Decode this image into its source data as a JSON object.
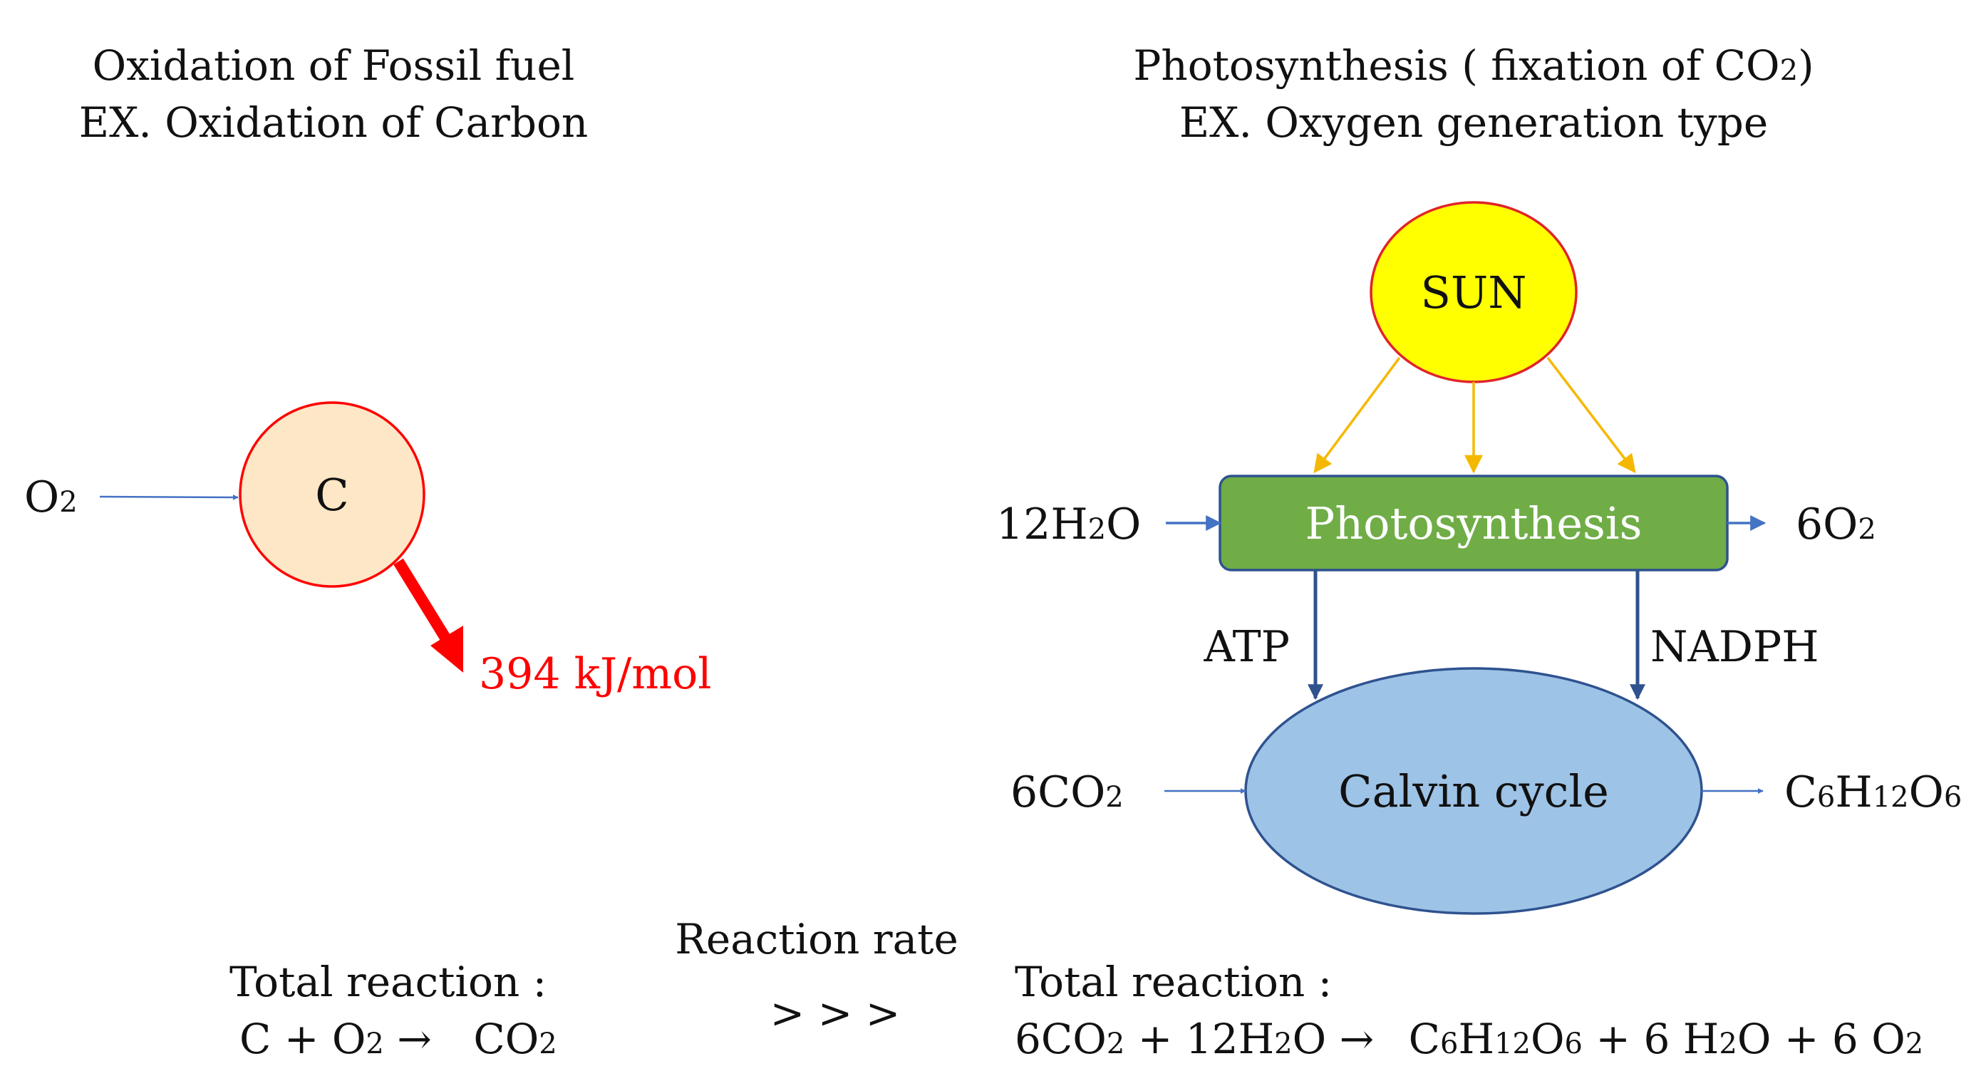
{
  "left": {
    "title_line1": "Oxidation of Fossil fuel",
    "title_line2": "EX. Oxidation of Carbon",
    "input_o2": {
      "main": "O",
      "sub": "2"
    },
    "node_c": "C",
    "energy": "394 kJ/mol",
    "total_label": "Total reaction :",
    "equation": {
      "p1": "C + O",
      "s1": "2",
      "arrow": " → ",
      "p2": "CO",
      "s2": "2"
    }
  },
  "middle": {
    "label": "Reaction rate",
    "symbol": "> > >"
  },
  "right": {
    "title_line1_a": "Photosynthesis ( fixation of CO",
    "title_line1_sub": "2",
    "title_line1_b": ")",
    "title_line2": "EX. Oxygen generation type",
    "sun": "SUN",
    "photosynthesis": "Photosynthesis",
    "input_h2o": {
      "a": "12H",
      "s": "2",
      "b": "O"
    },
    "output_o2": {
      "a": "6O",
      "s": "2"
    },
    "atp": "ATP",
    "nadph": "NADPH",
    "calvin": "Calvin cycle",
    "input_co2": {
      "a": "6CO",
      "s": "2"
    },
    "output_glucose": {
      "a": "C",
      "s1": "6",
      "b": "H",
      "s2": "12",
      "c": "O",
      "s3": "6"
    },
    "total_label": "Total reaction :",
    "equation": {
      "a": "6CO",
      "s1": "2",
      "b": " + 12H",
      "s2": "2",
      "c": "O → ",
      "d": "C",
      "s3": "6",
      "e": "H",
      "s4": "12",
      "f": "O",
      "s5": "6",
      "g": " + 6 H",
      "s6": "2",
      "h": "O + 6 O",
      "s7": "2"
    }
  },
  "colors": {
    "thin_arrow": "#4472c4",
    "red": "#ff0000",
    "sun_fill": "#ffff00",
    "sun_stroke": "#e0242a",
    "sun_arrows": "#f5b800",
    "c_fill": "#fde7c6",
    "green_fill": "#70ad47",
    "green_stroke": "#2f528f",
    "calvin_fill": "#9dc3e6",
    "dark_blue": "#2f528f"
  }
}
